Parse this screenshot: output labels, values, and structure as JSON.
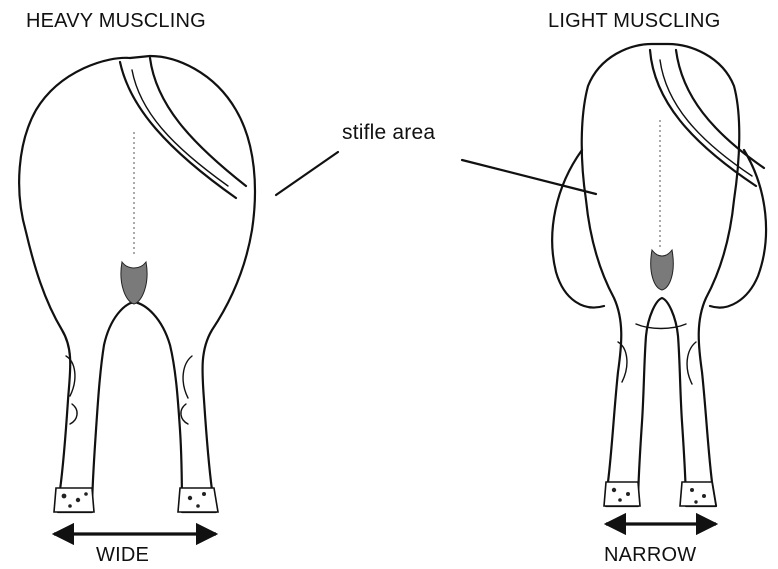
{
  "diagram": {
    "left_title": "HEAVY MUSCLING",
    "right_title": "LIGHT MUSCLING",
    "callout_label": "stifle area",
    "left_width_label": "WIDE",
    "right_width_label": "NARROW"
  }
}
